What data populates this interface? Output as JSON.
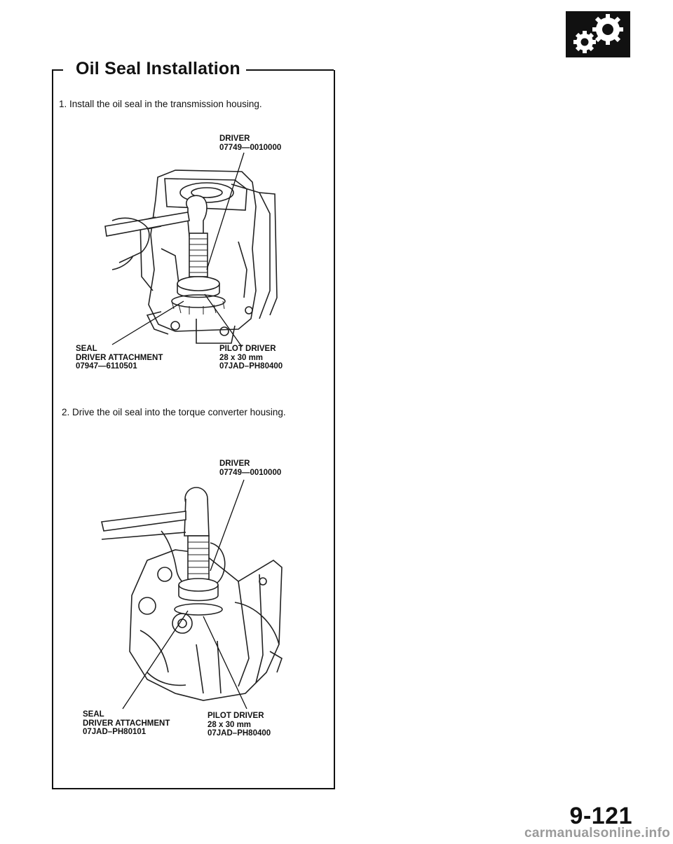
{
  "section": {
    "title": "Oil Seal Installation",
    "icon": "gear-pair-icon"
  },
  "steps": [
    {
      "text": "1.  Install the oil seal in the transmission housing."
    },
    {
      "text": "2.  Drive the oil seal into the torque converter housing."
    }
  ],
  "figure1": {
    "driver": {
      "line1": "DRIVER",
      "line2": "07749—0010000"
    },
    "seal": {
      "line1": "SEAL",
      "line2": "DRIVER ATTACHMENT",
      "line3": "07947—6110501"
    },
    "pilot": {
      "line1": "PILOT DRIVER",
      "line2": "28 x 30 mm",
      "line3": "07JAD–PH80400"
    }
  },
  "figure2": {
    "driver": {
      "line1": "DRIVER",
      "line2": "07749—0010000"
    },
    "seal": {
      "line1": "SEAL",
      "line2": "DRIVER ATTACHMENT",
      "line3": "07JAD–PH80101"
    },
    "pilot": {
      "line1": "PILOT DRIVER",
      "line2": "28 x 30 mm",
      "line3": "07JAD–PH80400"
    }
  },
  "page_number": "9-121",
  "watermark": "carmanualsonline.info"
}
